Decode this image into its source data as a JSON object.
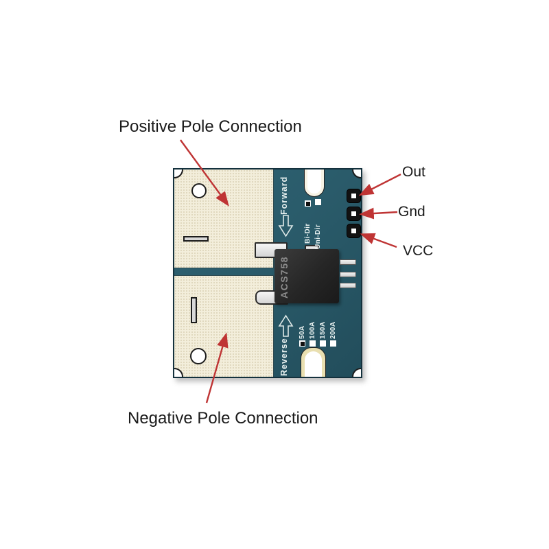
{
  "colors": {
    "board": "#2a5b6a",
    "copper": "#f3eedb",
    "copper_dot": "#d9d1b4",
    "outline": "#14313d",
    "arrow": "#bf3434",
    "silk": "#eaf2f1",
    "chip_body": "#262626",
    "chip_text": "#8d8d8d",
    "pad_black": "#121212",
    "silver": "#e9e9e9"
  },
  "annotations": {
    "positive": "Positive Pole Connection",
    "negative": "Negative Pole Connection",
    "out": "Out",
    "gnd": "Gnd",
    "vcc": "VCC"
  },
  "board": {
    "direction_top": {
      "label": "Forward"
    },
    "direction_bottom": {
      "label": "Reverse"
    },
    "mode_options": [
      {
        "label": "Bi-Dir",
        "checked": true
      },
      {
        "label": "Uni-Dir",
        "checked": false
      }
    ],
    "amp_options": [
      {
        "label": "50A",
        "checked": true
      },
      {
        "label": "100A",
        "checked": false
      },
      {
        "label": "150A",
        "checked": false
      },
      {
        "label": "200A",
        "checked": false
      }
    ],
    "chip": {
      "label": "ACS758"
    }
  }
}
